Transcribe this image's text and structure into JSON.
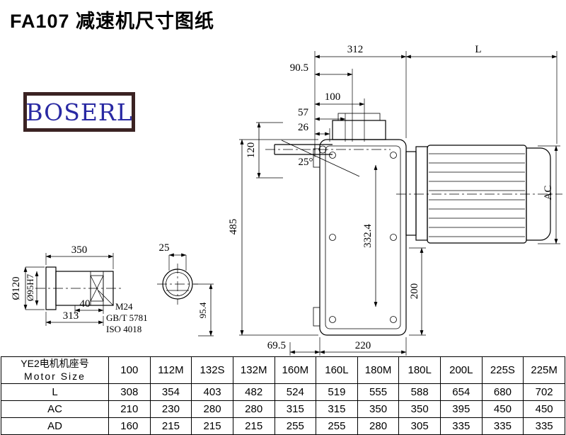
{
  "page": {
    "title": "FA107 减速机尺寸图纸"
  },
  "logo": {
    "text": "BOSERL"
  },
  "drawing": {
    "labels": {
      "d312": "312",
      "dL": "L",
      "d90_5": "90.5",
      "d100": "100",
      "d57": "57",
      "d26": "26",
      "d25deg": "25°",
      "d120": "120",
      "d485": "485",
      "d332_4": "332.4",
      "dAC": "AC",
      "d200": "200",
      "d220": "220",
      "d69_5": "69.5",
      "d350": "350",
      "d40": "40",
      "d313": "313",
      "dD120": "Ø120",
      "dD95": "Ø95H7",
      "dM24": "M24",
      "dGBT": "GB/T 5781",
      "dISO": "ISO 4018",
      "d95_4": "95.4",
      "d25": "25"
    }
  },
  "table": {
    "header_cn": "YE2电机机座号",
    "header_en": "Motor Size",
    "columns": [
      "100",
      "112M",
      "132S",
      "132M",
      "160M",
      "160L",
      "180M",
      "180L",
      "200L",
      "225S",
      "225M"
    ],
    "rows": [
      {
        "label": "L",
        "values": [
          "308",
          "354",
          "403",
          "482",
          "524",
          "519",
          "555",
          "588",
          "654",
          "680",
          "702"
        ]
      },
      {
        "label": "AC",
        "values": [
          "210",
          "230",
          "280",
          "280",
          "315",
          "315",
          "350",
          "350",
          "395",
          "450",
          "450"
        ]
      },
      {
        "label": "AD",
        "values": [
          "160",
          "215",
          "215",
          "215",
          "255",
          "255",
          "280",
          "305",
          "335",
          "335",
          "335"
        ]
      }
    ]
  }
}
